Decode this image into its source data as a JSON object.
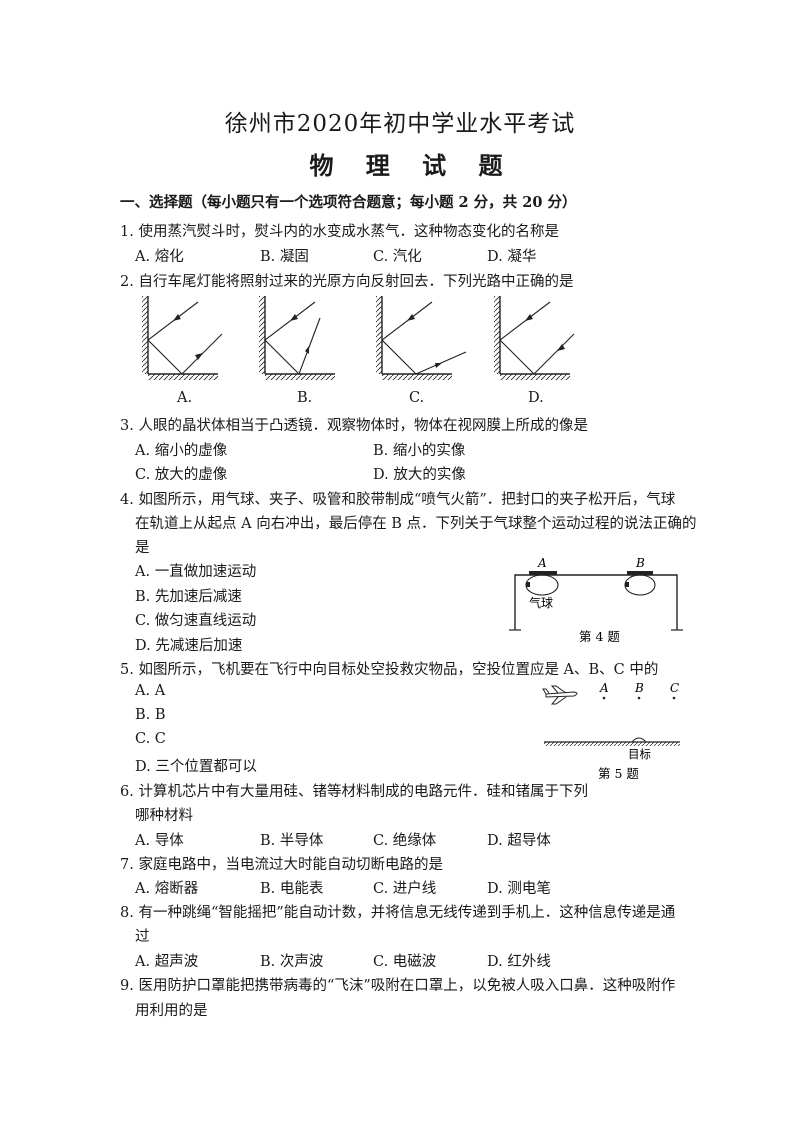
{
  "header": {
    "title": "徐州市2020年初中学业水平考试",
    "subtitle": "物 理 试 题"
  },
  "section1": {
    "heading": "一、选择题（每小题只有一个选项符合题意；每小题 2 分，共 20 分）"
  },
  "questions": [
    {
      "stem": [
        "1. 使用蒸汽熨斗时，熨斗内的水变成水蒸气．这种物态变化的名称是"
      ],
      "options": [
        "A. 熔化",
        "B. 凝固",
        "C. 汽化",
        "D. 凝华"
      ]
    },
    {
      "stem": [
        "2. 自行车尾灯能将照射过来的光原方向反射回去．下列光路中正确的是"
      ],
      "options": [
        "A.",
        "B.",
        "C.",
        "D."
      ]
    },
    {
      "stem": [
        "3. 人眼的晶状体相当于凸透镜．观察物体时，物体在视网膜上所成的像是"
      ],
      "options": [
        "A. 缩小的虚像",
        "B. 缩小的实像",
        "C. 放大的虚像",
        "D. 放大的实像"
      ]
    },
    {
      "stem": [
        "4. 如图所示，用气球、夹子、吸管和胶带制成“喷气火箭”．把封口的夹子松开后，气球",
        "在轨道上从起点 A 向右冲出，最后停在 B 点．下列关于气球整个运动过程的说法正确的",
        "是"
      ],
      "options": [
        "A. 一直做加速运动",
        "B. 先加速后减速",
        "C. 做匀速直线运动",
        "D. 先减速后加速"
      ],
      "figure": {
        "label_a": "A",
        "label_b": "B",
        "balloon": "气球",
        "caption": "第 4 题"
      }
    },
    {
      "stem": [
        "5. 如图所示，飞机要在飞行中向目标处空投救灾物品，空投位置应是 A、B、C 中的"
      ],
      "options": [
        "A. A",
        "B. B",
        "C. C",
        "D. 三个位置都可以"
      ],
      "figure": {
        "label_a": "A",
        "label_b": "B",
        "label_c": "C",
        "target": "目标",
        "caption": "第 5 题"
      }
    },
    {
      "stem": [
        "6. 计算机芯片中有大量用硅、锗等材料制成的电路元件．硅和锗属于下列",
        "哪种材料"
      ],
      "options": [
        "A. 导体",
        "B. 半导体",
        "C. 绝缘体",
        "D. 超导体"
      ]
    },
    {
      "stem": [
        "7. 家庭电路中，当电流过大时能自动切断电路的是"
      ],
      "options": [
        "A. 熔断器",
        "B. 电能表",
        "C. 进户线",
        "D. 测电笔"
      ]
    },
    {
      "stem": [
        "8. 有一种跳绳“智能摇把”能自动计数，并将信息无线传递到手机上．这种信息传递是通",
        "过"
      ],
      "options": [
        "A. 超声波",
        "B. 次声波",
        "C. 电磁波",
        "D. 红外线"
      ]
    },
    {
      "stem": [
        "9. 医用防护口罩能把携带病毒的“飞沫”吸附在口罩上，以免被人吸入口鼻．这种吸附作",
        "用利用的是"
      ],
      "options": []
    }
  ]
}
